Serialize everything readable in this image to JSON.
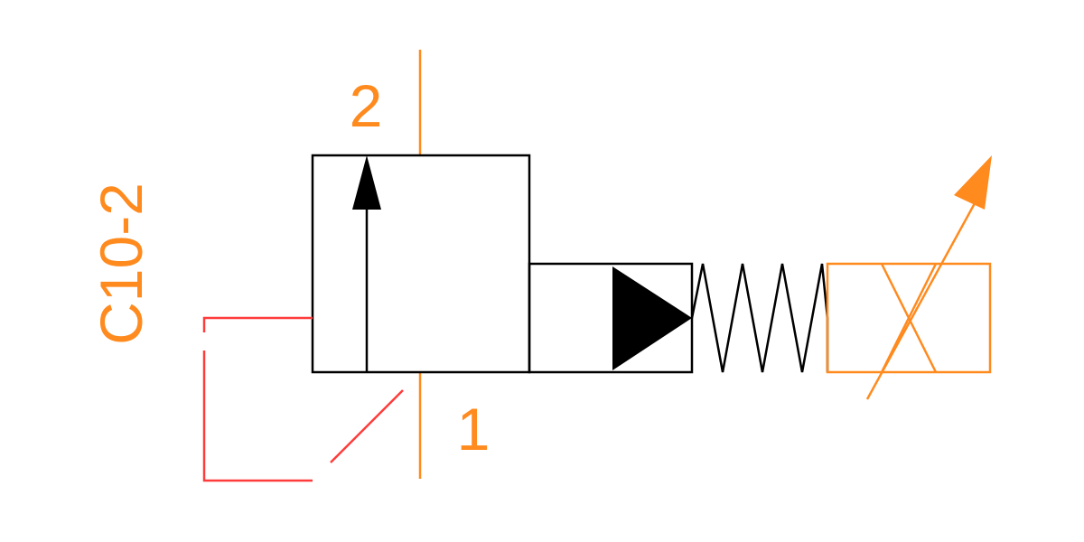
{
  "labels": {
    "valve_code": "C10-2",
    "port_top": "2",
    "port_bottom": "1"
  },
  "colors": {
    "symbol": "#000000",
    "port": "#ff8a1e",
    "pilot": "#ff3b3b",
    "adjust": "#ff8a1e",
    "background": "#ffffff"
  }
}
